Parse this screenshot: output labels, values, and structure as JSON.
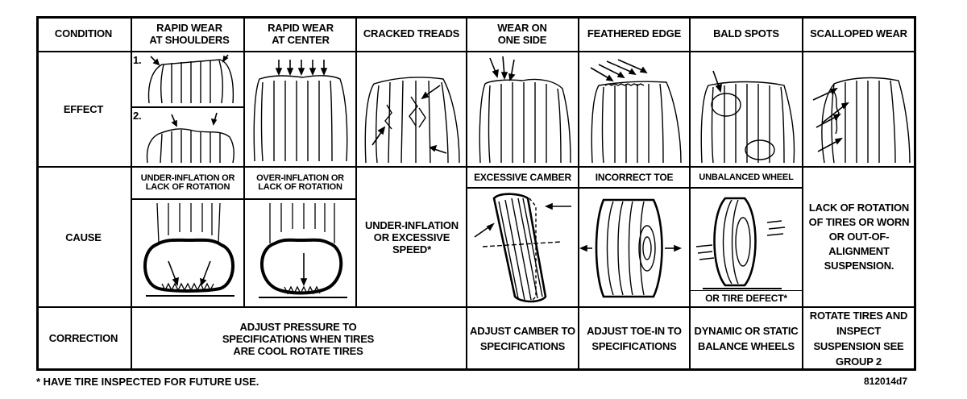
{
  "headers": {
    "condition": "CONDITION",
    "shoulders": "RAPID WEAR AT SHOULDERS",
    "center": "RAPID WEAR AT CENTER",
    "cracked": "CRACKED TREADS",
    "one_side": "WEAR ON ONE SIDE",
    "feathered": "FEATHERED EDGE",
    "bald": "BALD SPOTS",
    "scalloped": "SCALLOPED WEAR"
  },
  "rows": {
    "effect": "EFFECT",
    "cause": "CAUSE",
    "correction": "CORRECTION"
  },
  "effect_markers": {
    "one": "1.",
    "two": "2."
  },
  "cause": {
    "under_inflation": "UNDER-INFLATION OR LACK OF ROTATION",
    "over_inflation": "OVER-INFLATION OR LACK OF ROTATION",
    "cracked": "UNDER-INFLATION OR EXCESSIVE SPEED*",
    "camber": "EXCESSIVE CAMBER",
    "toe": "INCORRECT TOE",
    "unbalanced": "UNBALANCED WHEEL",
    "tire_defect": "OR TIRE DEFECT*",
    "scalloped": "LACK OF ROTATION OF TIRES OR WORN OR OUT-OF-ALIGNMENT SUSPENSION."
  },
  "correction": {
    "pressure": "ADJUST PRESSURE TO SPECIFICATIONS WHEN TIRES ARE COOL ROTATE TIRES",
    "camber": "ADJUST CAMBER TO SPECIFICATIONS",
    "toe": "ADJUST TOE-IN TO SPECIFICATIONS",
    "balance": "DYNAMIC OR STATIC BALANCE WHEELS",
    "rotate": "ROTATE TIRES AND INSPECT SUSPENSION SEE GROUP 2"
  },
  "footnote": "* HAVE TIRE INSPECTED FOR FUTURE USE.",
  "figure_id": "812014d7"
}
